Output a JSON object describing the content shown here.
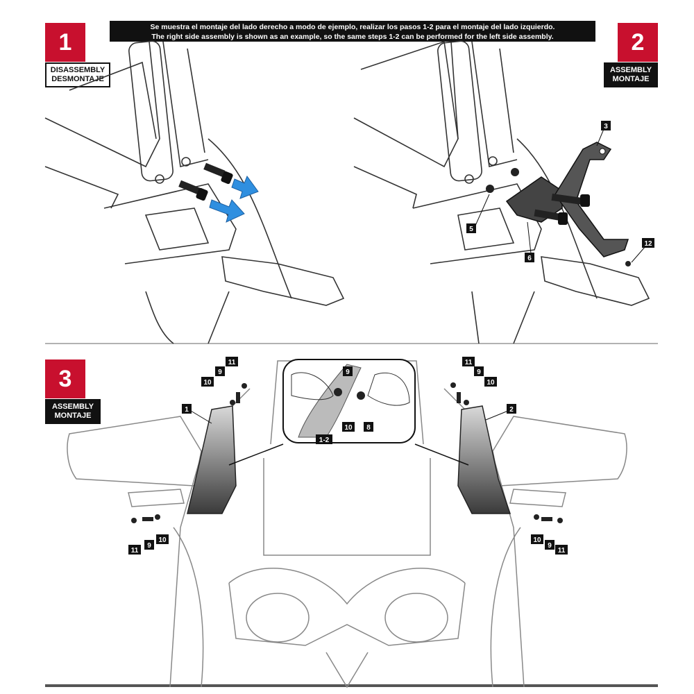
{
  "banner": {
    "line_es": "Se muestra el montaje del lado derecho a modo de ejemplo, realizar los pasos 1-2 para el montaje  del lado izquierdo.",
    "line_en": "The right side assembly is shown as an example, so the same steps 1-2 can be performed for the left side assembly."
  },
  "steps": [
    {
      "number": "1",
      "label_en": "DISASSEMBLY",
      "label_es": "DESMONTAJE"
    },
    {
      "number": "2",
      "label_en": "ASSEMBLY",
      "label_es": "MONTAJE"
    },
    {
      "number": "3",
      "label_en": "ASSEMBLY",
      "label_es": "MONTAJE"
    }
  ],
  "callouts": {
    "c1": "1",
    "c2": "2",
    "c3": "3",
    "c5": "5",
    "c6": "6",
    "c8": "8",
    "c9": "9",
    "c10": "10",
    "c11": "11",
    "c12": "12",
    "c12_range": "1-2"
  },
  "colors": {
    "accent_red": "#c8102e",
    "arrow_blue": "#2f8fe0",
    "ink": "#111111"
  }
}
